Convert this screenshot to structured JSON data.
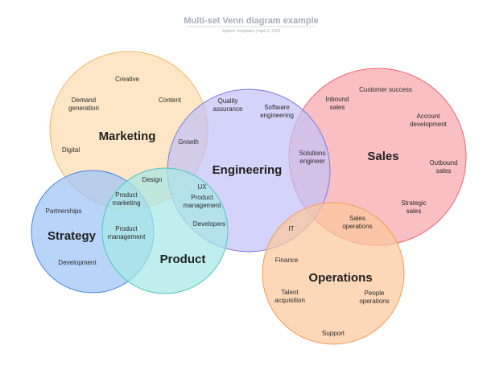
{
  "header": {
    "title": "Multi-set Venn diagram example",
    "subtitle": "System Templates  |  April 3, 2024"
  },
  "sets": [
    {
      "id": "marketing",
      "label": "Marketing",
      "fill": "#fbdcae",
      "stroke": "#f3b566"
    },
    {
      "id": "sales",
      "label": "Sales",
      "fill": "#f7a6aa",
      "stroke": "#ef6570"
    },
    {
      "id": "engineering",
      "label": "Engineering",
      "fill": "#c4c2f7",
      "stroke": "#7b76e6"
    },
    {
      "id": "strategy",
      "label": "Strategy",
      "fill": "#9cc3f7",
      "stroke": "#4a87e0"
    },
    {
      "id": "product",
      "label": "Product",
      "fill": "#a7e7e4",
      "stroke": "#4fc6c1"
    },
    {
      "id": "operations",
      "label": "Operations",
      "fill": "#fbc79d",
      "stroke": "#f29a52"
    }
  ],
  "items": [
    {
      "id": "creative",
      "lines": [
        "Creative"
      ]
    },
    {
      "id": "content",
      "lines": [
        "Content"
      ]
    },
    {
      "id": "demand-generation",
      "lines": [
        "Demand",
        "generation"
      ]
    },
    {
      "id": "digital",
      "lines": [
        "Digital"
      ]
    },
    {
      "id": "growth",
      "lines": [
        "Growth"
      ]
    },
    {
      "id": "quality-assurance",
      "lines": [
        "Quality",
        "assurance"
      ]
    },
    {
      "id": "software-engineering",
      "lines": [
        "Software",
        "engineering"
      ]
    },
    {
      "id": "design",
      "lines": [
        "Design"
      ]
    },
    {
      "id": "ux",
      "lines": [
        "UX"
      ]
    },
    {
      "id": "product-management-eng",
      "lines": [
        "Product",
        "management"
      ]
    },
    {
      "id": "developers",
      "lines": [
        "Developers"
      ]
    },
    {
      "id": "product-marketing",
      "lines": [
        "Product",
        "marketing"
      ]
    },
    {
      "id": "product-management-strategy",
      "lines": [
        "Product",
        "management"
      ]
    },
    {
      "id": "partnerships",
      "lines": [
        "Partnerships"
      ]
    },
    {
      "id": "development",
      "lines": [
        "Development"
      ]
    },
    {
      "id": "inbound-sales",
      "lines": [
        "Inbound",
        "sales"
      ]
    },
    {
      "id": "customer-success",
      "lines": [
        "Customer success"
      ]
    },
    {
      "id": "account-development",
      "lines": [
        "Account",
        "development"
      ]
    },
    {
      "id": "solutions-engineer",
      "lines": [
        "Solutions",
        "engineer"
      ]
    },
    {
      "id": "outbound-sales",
      "lines": [
        "Outbound",
        "sales"
      ]
    },
    {
      "id": "strategic-sales",
      "lines": [
        "Strategic",
        "sales"
      ]
    },
    {
      "id": "sales-operations",
      "lines": [
        "Sales",
        "operations"
      ]
    },
    {
      "id": "it",
      "lines": [
        "IT"
      ]
    },
    {
      "id": "finance",
      "lines": [
        "Finance"
      ]
    },
    {
      "id": "talent-acquisition",
      "lines": [
        "Talent",
        "acquisition"
      ]
    },
    {
      "id": "people-operations",
      "lines": [
        "People",
        "operations"
      ]
    },
    {
      "id": "support",
      "lines": [
        "Support"
      ]
    }
  ]
}
